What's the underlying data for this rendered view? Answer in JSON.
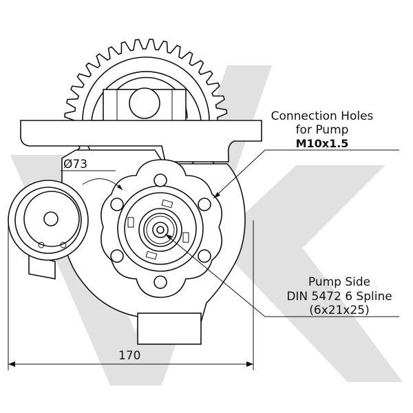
{
  "annotations": {
    "connection_holes": {
      "line1": "Connection Holes",
      "line2": "for Pump",
      "line3": "M10x1.5"
    },
    "pump_side": {
      "line1": "Pump Side",
      "line2": "DIN 5472 6 Spline",
      "line3": "(6x21x25)"
    }
  },
  "dimensions": {
    "diameter": "Ø73",
    "width": "170"
  },
  "colors": {
    "line": "#111111",
    "watermark": "#d9d9d9"
  }
}
